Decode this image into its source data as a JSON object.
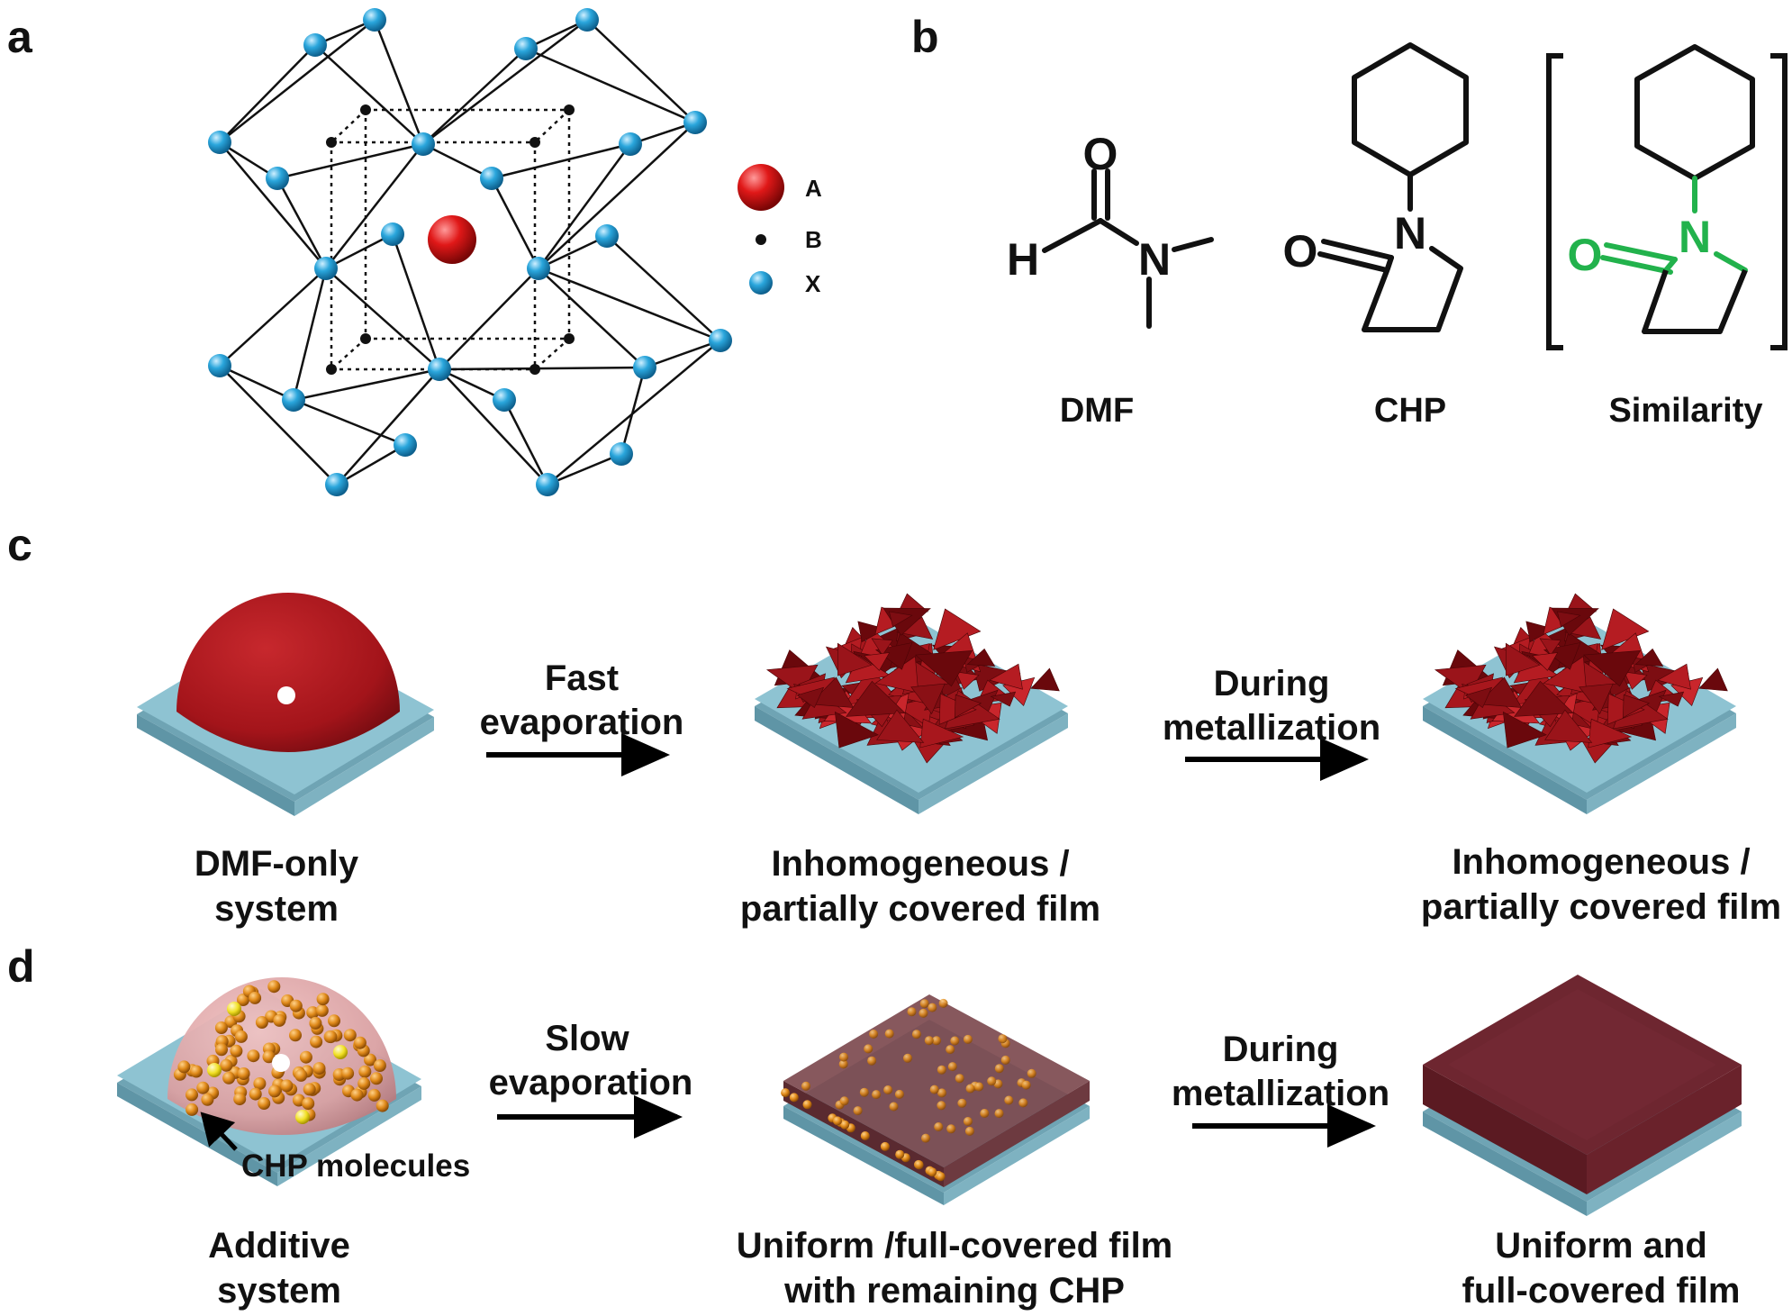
{
  "panels": {
    "a": {
      "letter": "a",
      "legend": [
        {
          "label": "A",
          "color": "#e01818"
        },
        {
          "label": "B",
          "color": "#111111"
        },
        {
          "label": "X",
          "color": "#2aa6dc"
        }
      ]
    },
    "b": {
      "letter": "b",
      "molecules": [
        {
          "name": "DMF"
        },
        {
          "name": "CHP"
        },
        {
          "name": "Similarity"
        }
      ],
      "atoms": {
        "H": "H",
        "N": "N",
        "O": "O"
      },
      "highlight_color": "#22b24c"
    },
    "c": {
      "letter": "c",
      "arrows": [
        {
          "line1": "Fast",
          "line2": "evaporation"
        },
        {
          "line1": "During",
          "line2": "metallization"
        }
      ],
      "captions": [
        {
          "line1": "DMF-only",
          "line2": "system"
        },
        {
          "line1": "Inhomogeneous /",
          "line2": "partially covered film"
        },
        {
          "line1": "Inhomogeneous /",
          "line2": "partially covered film"
        }
      ]
    },
    "d": {
      "letter": "d",
      "arrows": [
        {
          "line1": "Slow",
          "line2": "evaporation"
        },
        {
          "line1": "During",
          "line2": "metallization"
        }
      ],
      "callout": "CHP molecules",
      "captions": [
        {
          "line1": "Additive",
          "line2": "system"
        },
        {
          "line1": "Uniform /full-covered film",
          "line2": "with remaining CHP"
        },
        {
          "line1": "Uniform and",
          "line2": "full-covered film"
        }
      ]
    }
  },
  "colors": {
    "substrate": "#8ec3d2",
    "perovskite": "#a3141a",
    "ion_x": "#2aa6dc",
    "ion_a": "#e01818",
    "chp_particle": "#e08a1a"
  }
}
